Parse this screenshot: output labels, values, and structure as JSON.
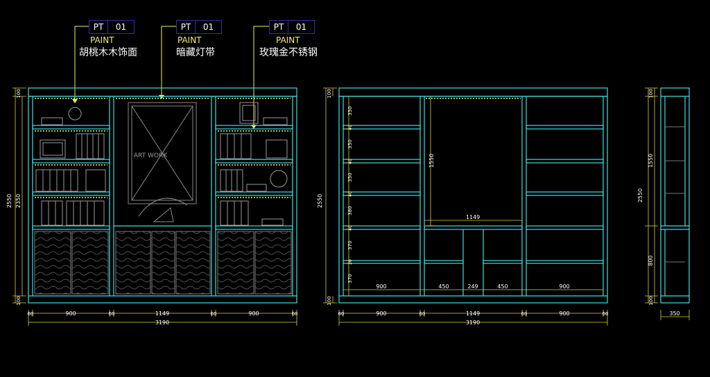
{
  "callouts": [
    {
      "code": "PT",
      "num": "01",
      "label": "PAINT",
      "material": "胡桃木木饰面"
    },
    {
      "code": "PT",
      "num": "01",
      "label": "PAINT",
      "material": "暗藏灯带"
    },
    {
      "code": "PT",
      "num": "01",
      "label": "PAINT",
      "material": "玫瑰金不锈钢"
    }
  ],
  "artwork_label": "ART WORK",
  "front_view": {
    "left_dims": {
      "overall": "2550",
      "inner": "2350",
      "top": "100",
      "bottom": "100"
    },
    "bottom_dims": [
      "60",
      "900",
      "60",
      "1149",
      "60",
      "900",
      "60"
    ],
    "total_width": "3190"
  },
  "section_view": {
    "left_dims": {
      "overall": "2550",
      "top": "100",
      "bottom": "100"
    },
    "shelf_heights": [
      "350",
      "40",
      "350",
      "40",
      "350",
      "40",
      "380",
      "40",
      "370",
      "20",
      "370"
    ],
    "center_height": "1550",
    "center_width": "1149",
    "lower_widths": [
      "900",
      "450",
      "249",
      "450",
      "900"
    ],
    "bottom_dims": [
      "60",
      "900",
      "60",
      "1149",
      "60",
      "900",
      "60"
    ],
    "total_width": "3190"
  },
  "side_view": {
    "dims": [
      "100",
      "1550",
      "2550",
      "800",
      "100"
    ],
    "depth": "350"
  },
  "colors": {
    "cabinet": "#3fe0e0",
    "dimension": "#e0d040",
    "callout_line": "#f0f060",
    "annotation": "#ffffff",
    "box": "#3030a0",
    "artwork": "#8a8a8a"
  }
}
